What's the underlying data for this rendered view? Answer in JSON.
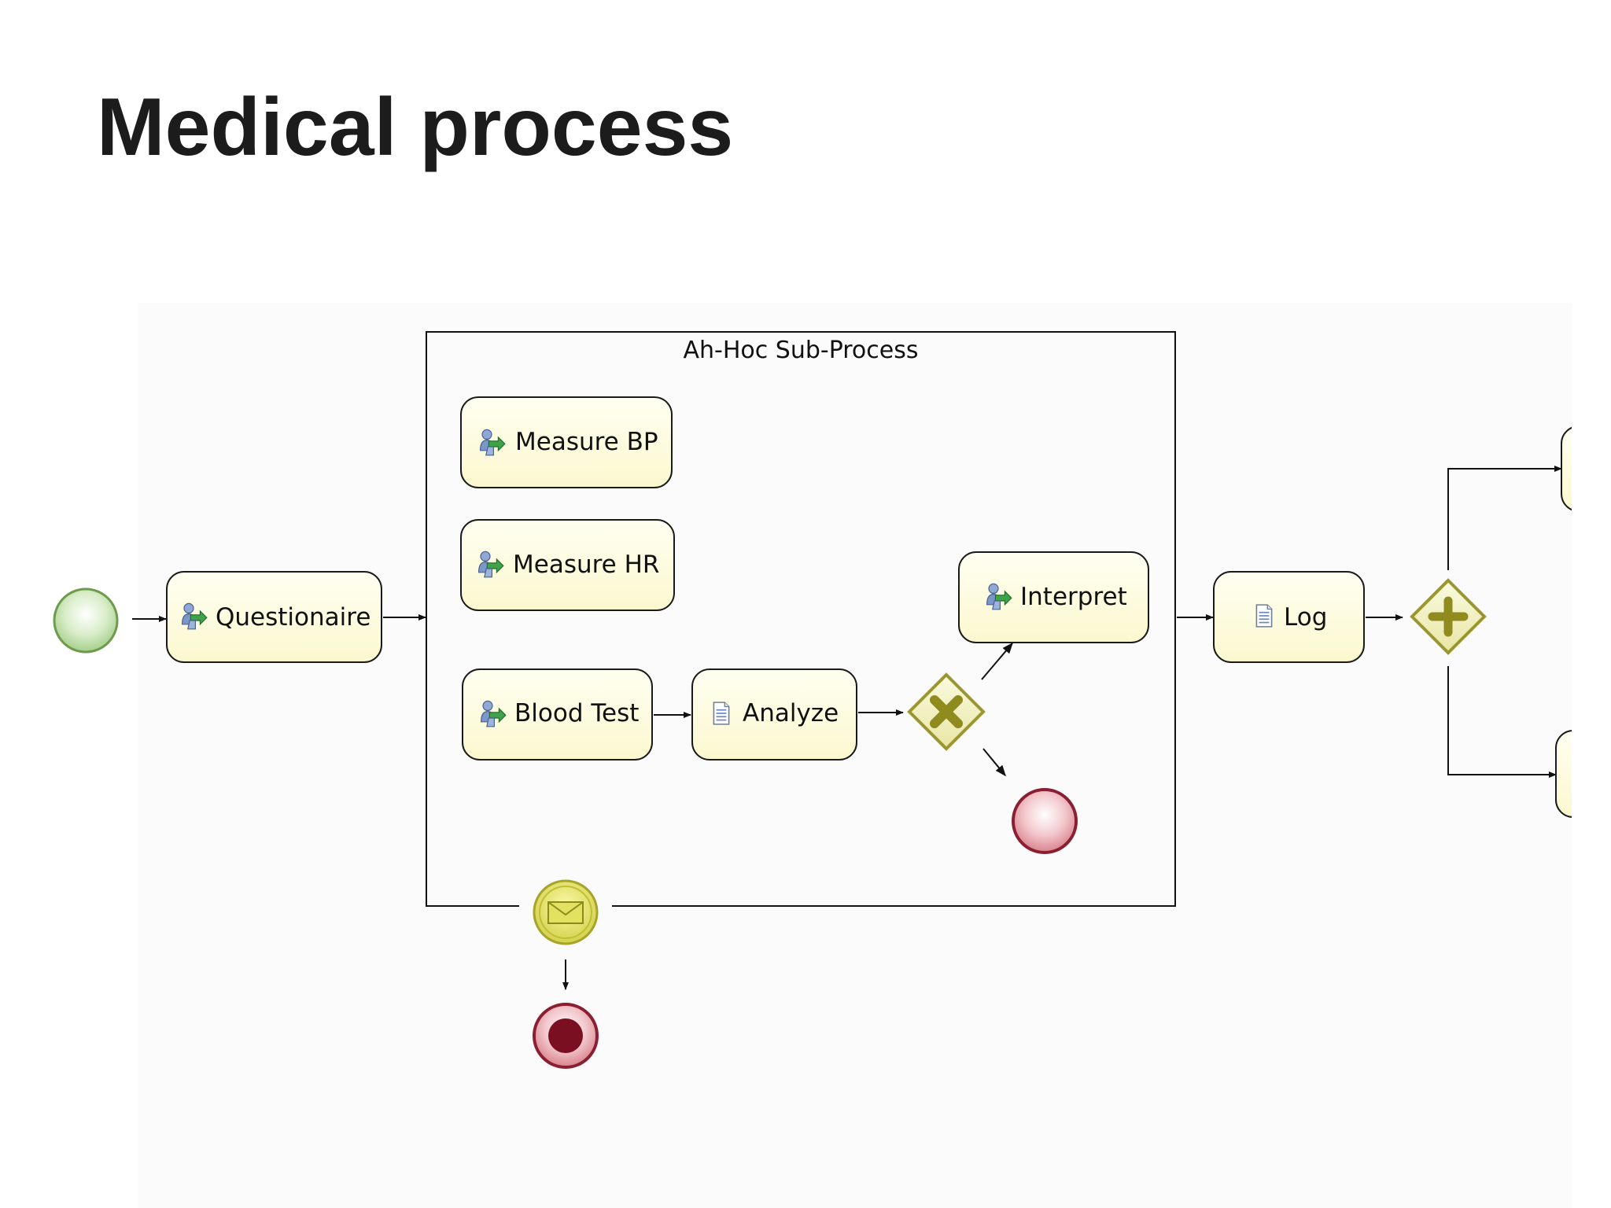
{
  "title": "Medical process",
  "subprocess": {
    "label": "Ah-Hoc Sub-Process"
  },
  "tasks": {
    "questionaire": "Questionaire",
    "measure_bp": "Measure BP",
    "measure_hr": "Measure HR",
    "blood_test": "Blood Test",
    "analyze": "Analyze",
    "interpret": "Interpret",
    "log": "Log"
  },
  "icons": {
    "user_task": "user-task-icon",
    "script_task": "script-task-icon",
    "start_event": "start-event-icon",
    "end_event": "end-event-icon",
    "terminate_end_event": "terminate-end-event-icon",
    "message_boundary_event": "message-envelope-icon",
    "exclusive_gateway": "exclusive-gateway-icon",
    "parallel_gateway": "parallel-gateway-icon"
  },
  "colors": {
    "task_fill": "#fdfcdc",
    "task_stroke": "#1a1a1a",
    "start_event": "#a9d48f",
    "end_event": "#d9828c",
    "gateway": "#b5b23c",
    "message_event": "#e4e25f"
  }
}
